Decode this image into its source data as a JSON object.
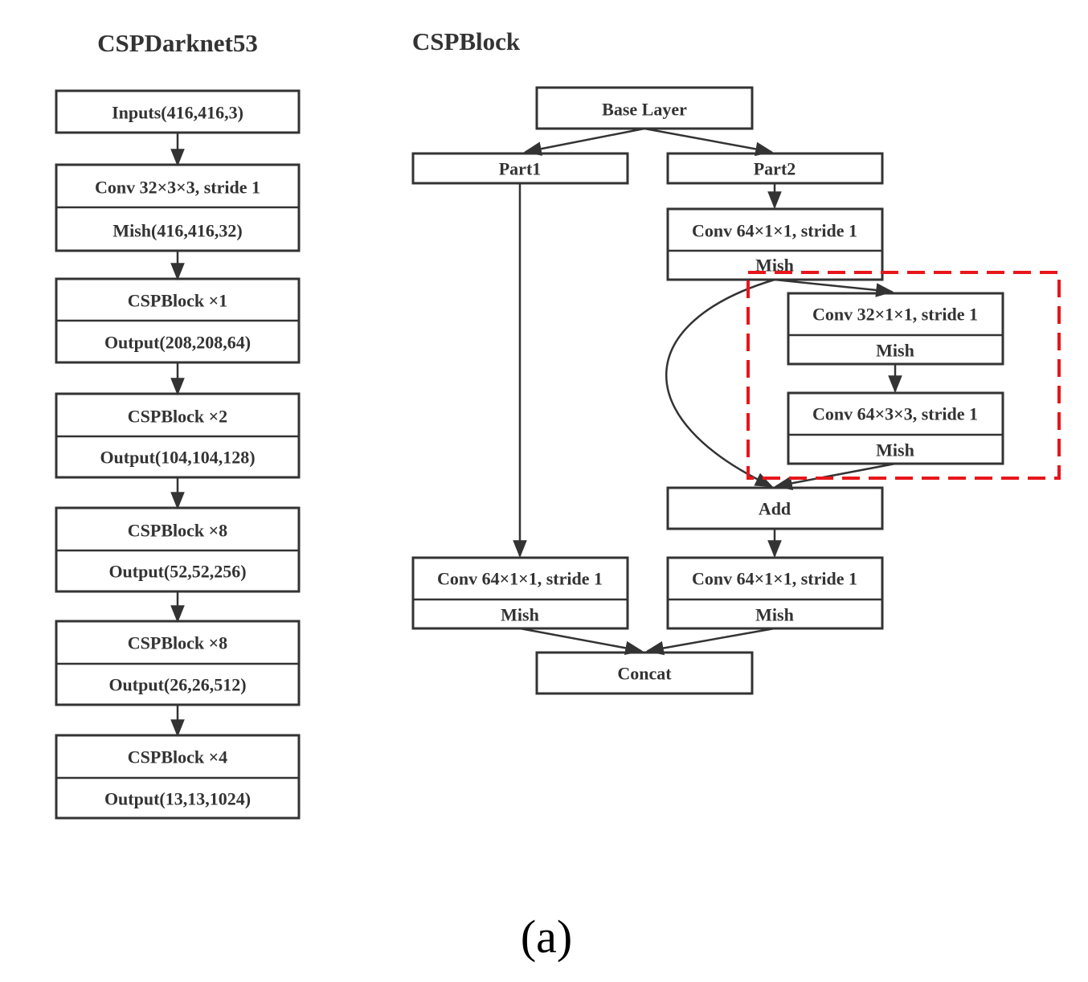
{
  "left_panel": {
    "title": "CSPDarknet53",
    "blocks": [
      {
        "line1": "Inputs(416,416,3)"
      },
      {
        "line1": "Conv 32×3×3, stride 1",
        "line2": "Mish(416,416,32)"
      },
      {
        "line1": "CSPBlock ×1",
        "line2": "Output(208,208,64)"
      },
      {
        "line1": "CSPBlock ×2",
        "line2": "Output(104,104,128)"
      },
      {
        "line1": "CSPBlock ×8",
        "line2": "Output(52,52,256)"
      },
      {
        "line1": "CSPBlock ×8",
        "line2": "Output(26,26,512)"
      },
      {
        "line1": "CSPBlock ×4",
        "line2": "Output(13,13,1024)"
      }
    ]
  },
  "right_panel": {
    "title": "CSPBlock",
    "nodes": {
      "base_layer": "Base Layer",
      "part1": "Part1",
      "part2": "Part2",
      "part2_conv": {
        "line1": "Conv 64×1×1, stride 1",
        "line2": "Mish"
      },
      "res_conv1": {
        "line1": "Conv 32×1×1, stride 1",
        "line2": "Mish"
      },
      "res_conv2": {
        "line1": "Conv 64×3×3, stride 1",
        "line2": "Mish"
      },
      "add": "Add",
      "part1_conv": {
        "line1": "Conv 64×1×1, stride 1",
        "line2": "Mish"
      },
      "post_add_conv": {
        "line1": "Conv 64×1×1, stride 1",
        "line2": "Mish"
      },
      "concat": "Concat"
    },
    "highlight_color": "#e8161b"
  },
  "caption": "(a)"
}
